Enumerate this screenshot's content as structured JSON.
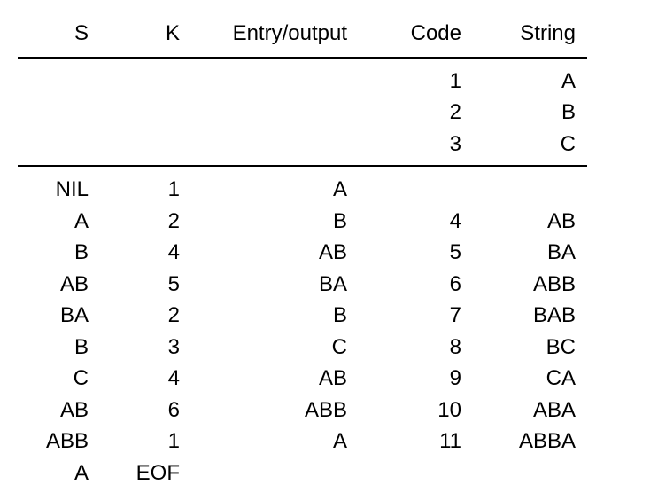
{
  "headers": [
    "S",
    "K",
    "Entry/output",
    "Code",
    "String"
  ],
  "initial_rows": [
    [
      "",
      "",
      "",
      "1",
      "A"
    ],
    [
      "",
      "",
      "",
      "2",
      "B"
    ],
    [
      "",
      "",
      "",
      "3",
      "C"
    ]
  ],
  "rows": [
    [
      "NIL",
      "1",
      "A",
      "",
      ""
    ],
    [
      "A",
      "2",
      "B",
      "4",
      "AB"
    ],
    [
      "B",
      "4",
      "AB",
      "5",
      "BA"
    ],
    [
      "AB",
      "5",
      "BA",
      "6",
      "ABB"
    ],
    [
      "BA",
      "2",
      "B",
      "7",
      "BAB"
    ],
    [
      "B",
      "3",
      "C",
      "8",
      "BC"
    ],
    [
      "C",
      "4",
      "AB",
      "9",
      "CA"
    ],
    [
      "AB",
      "6",
      "ABB",
      "10",
      "ABA"
    ],
    [
      "ABB",
      "1",
      "A",
      "11",
      "ABBA"
    ],
    [
      "A",
      "EOF",
      "",
      "",
      ""
    ]
  ]
}
